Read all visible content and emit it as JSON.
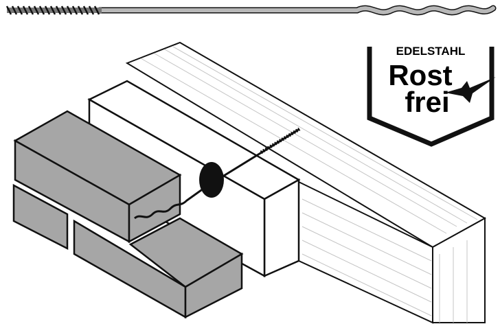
{
  "badge": {
    "line1": "EDELSTAHL",
    "line2": "Rost",
    "line3": "frei"
  },
  "colors": {
    "brick": "#a6a6a6",
    "outline": "#111111",
    "wood_grain": "#bdbdbd",
    "rod": "#b8b8b8"
  }
}
